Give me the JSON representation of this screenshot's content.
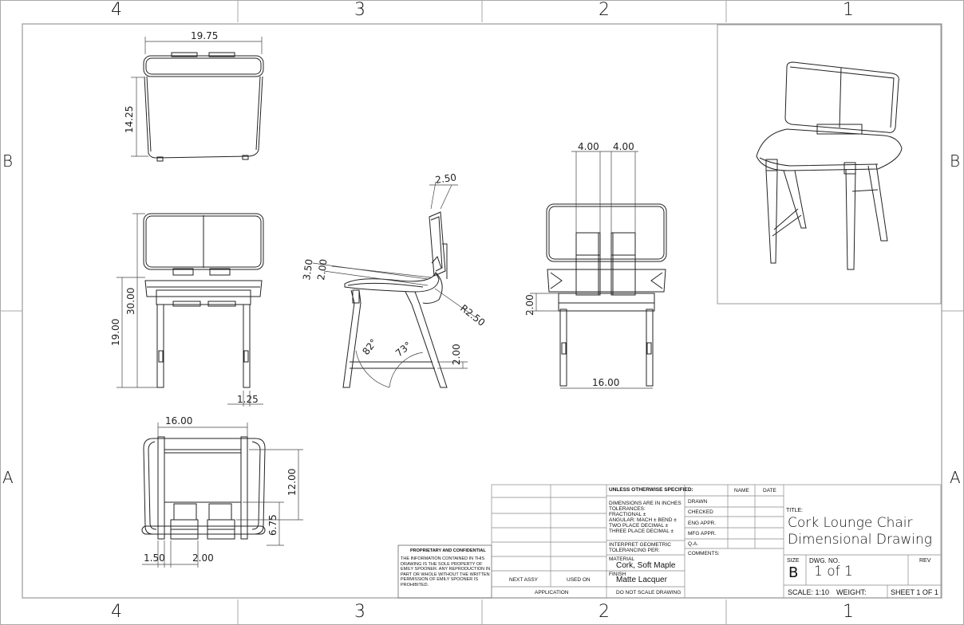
{
  "zones": {
    "columns": [
      "4",
      "3",
      "2",
      "1"
    ],
    "rows": [
      "B",
      "A"
    ]
  },
  "dimensions": {
    "top_view": {
      "width": "19.75",
      "depth": "14.25"
    },
    "front_view": {
      "seat_height": "19.00",
      "back_height": "30.00",
      "leg": "1.25"
    },
    "bottom_view": {
      "width": "16.00",
      "depth": "12.00",
      "inner": "6.75",
      "edge": "1.50",
      "spacing": "2.00"
    },
    "side_view": {
      "back_thickness": "2.50",
      "seat_drop": "3.50",
      "seat_thick": "2.00",
      "radius": "R2.50",
      "angle_rear": "82°",
      "angle_front": "73°",
      "stretcher": "2.00"
    },
    "rear_view": {
      "slot_left": "4.00",
      "slot_right": "4.00",
      "stretcher": "2.00",
      "width": "16.00"
    }
  },
  "proprietary": {
    "heading": "PROPRIETARY AND CONFIDENTIAL",
    "body": "THE INFORMATION CONTAINED IN THIS DRAWING IS THE SOLE PROPERTY OF EMILY SPOONER. ANY REPRODUCTION IN PART OR WHOLE WITHOUT THE WRITTEN PERMISSION OF EMILY SPOONER IS PROHIBITED."
  },
  "title_block": {
    "next_assy": "NEXT ASSY",
    "used_on": "USED ON",
    "application": "APPLICATION",
    "unless": "UNLESS OTHERWISE SPECIFIED:",
    "dims": "DIMENSIONS ARE IN INCHES",
    "tolerances": "TOLERANCES:",
    "fractional": "FRACTIONAL ±",
    "angular": "ANGULAR: MACH ±    BEND ±",
    "two_place": "TWO PLACE DECIMAL   ±",
    "three_place": "THREE PLACE DECIMAL  ±",
    "interpret": "INTERPRET GEOMETRIC TOLERANCING PER:",
    "material_label": "MATERIAL",
    "material": "Cork, Soft Maple",
    "finish_label": "FINISH",
    "finish": "Matte Lacquer",
    "no_scale": "DO NOT SCALE DRAWING",
    "name": "NAME",
    "date": "DATE",
    "drawn": "DRAWN",
    "checked": "CHECKED",
    "eng": "ENG APPR.",
    "mfg": "MFG APPR.",
    "qa": "Q.A.",
    "comments": "COMMENTS:",
    "title_label": "TITLE:",
    "title_line1": "Cork Lounge Chair",
    "title_line2": "Dimensional Drawing",
    "size_label": "SIZE",
    "size": "B",
    "dwg_label": "DWG.  NO.",
    "dwg": "1 of 1",
    "rev_label": "REV",
    "scale": "SCALE: 1:10",
    "weight": "WEIGHT:",
    "sheet": "SHEET 1 OF 1"
  }
}
